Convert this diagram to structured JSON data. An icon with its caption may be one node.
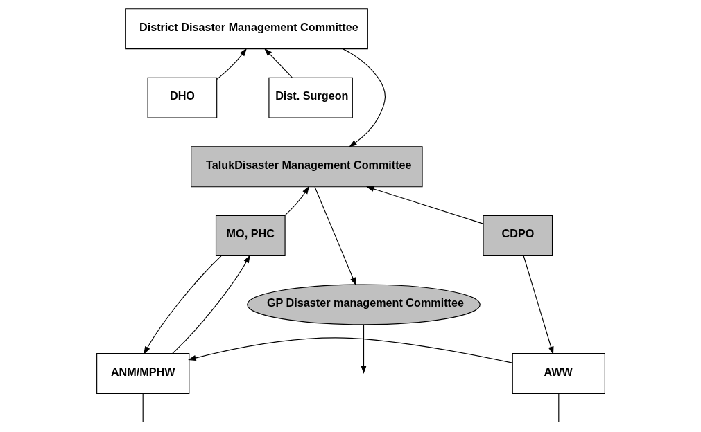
{
  "diagram": {
    "nodes": [
      {
        "text": [
          "District Disaster Management Committee"
        ]
      },
      {
        "text": [
          "DHO"
        ]
      },
      {
        "text": [
          "Dist. Surgeon"
        ]
      },
      {
        "text": [
          "TalukDisaster Management Committee"
        ]
      },
      {
        "text": [
          "MO, PHC"
        ]
      },
      {
        "text": [
          "CDPO"
        ]
      },
      {
        "text": [
          "GP Disaster management Committee"
        ]
      },
      {
        "text": [
          "ANM/MPHW"
        ]
      },
      {
        "text": [
          "AWW"
        ]
      }
    ],
    "edges": [
      {
        "from": 1,
        "to": 0,
        "arrow": "to"
      },
      {
        "from": 2,
        "to": 0,
        "arrow": "to"
      },
      {
        "from": 0,
        "to": 3,
        "arrow": "to"
      },
      {
        "from": 4,
        "to": 3,
        "arrow": "to"
      },
      {
        "from": 5,
        "to": 3,
        "arrow": "to"
      },
      {
        "from": 3,
        "to": 6,
        "arrow": "to"
      },
      {
        "from": 4,
        "to": 7,
        "arrow": "to"
      },
      {
        "from": 7,
        "to": 4,
        "arrow": "to"
      },
      {
        "from": 5,
        "to": 8,
        "arrow": "to"
      },
      {
        "from": 8,
        "to": 7,
        "arrow": "to"
      },
      {
        "from": 6,
        "to": null,
        "arrow": "to"
      },
      {
        "from": 7,
        "to": null,
        "arrow": "none"
      },
      {
        "from": 8,
        "to": null,
        "arrow": "none"
      }
    ]
  }
}
